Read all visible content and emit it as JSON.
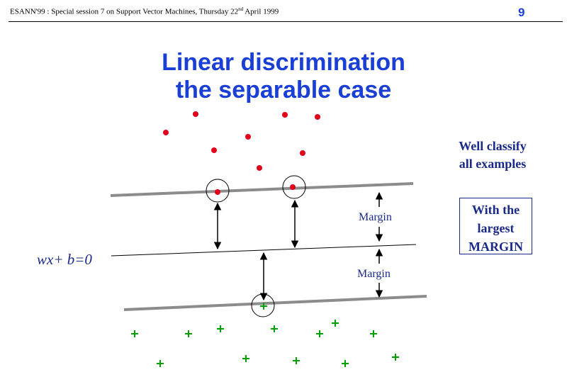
{
  "header": {
    "text_before_sup": "ESANN'99 :  Special session 7 on Support Vector Machines, Thursday 22",
    "sup": "nd",
    "text_after_sup": " April 1999",
    "page_number": "9"
  },
  "title": {
    "line1": "Linear discrimination",
    "line2": "the separable case"
  },
  "diagram": {
    "hyperplane_label": "wx+ b=0",
    "margin_label_top": "Margin",
    "margin_label_bottom": "Margin",
    "colors": {
      "positive_points": "#e0001a",
      "negative_points": "#00a000",
      "margin_lines": "#8c8c8c",
      "text": "#1a2a8a",
      "title": "#1a3fd6"
    },
    "point_symbols": {
      "class_a": "dot",
      "class_b": "plus"
    }
  },
  "notes": {
    "side_line1": "Well classify",
    "side_line2": "all examples",
    "box_line1": "With the",
    "box_line2": "largest",
    "box_line3": "MARGIN"
  }
}
